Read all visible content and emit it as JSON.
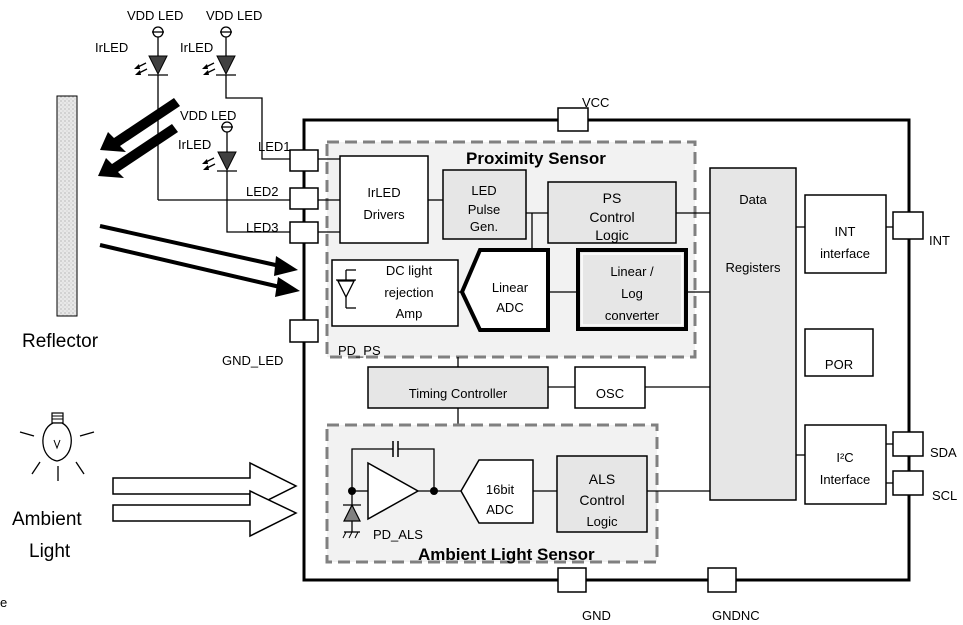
{
  "supply": {
    "vdd_led_1": "VDD LED",
    "vdd_led_2": "VDD LED",
    "vdd_led_3": "VDD LED",
    "irled_1": "IrLED",
    "irled_2": "IrLED",
    "irled_3": "IrLED",
    "vcc": "VCC"
  },
  "external": {
    "reflector": "Reflector",
    "ambient_line1": "Ambient",
    "ambient_line2": "Light"
  },
  "pins": {
    "led1": "LED1",
    "led2": "LED2",
    "led3": "LED3",
    "gnd_led": "GND_LED",
    "int": "INT",
    "sda": "SDA",
    "scl": "SCL",
    "gnd": "GND",
    "gndnc": "GNDNC"
  },
  "proximity": {
    "title": "Proximity Sensor",
    "irled_drivers_1": "IrLED",
    "irled_drivers_2": "Drivers",
    "led_pulse_1": "LED",
    "led_pulse_2": "Pulse",
    "led_pulse_3": "Gen.",
    "ps_control_1": "PS",
    "ps_control_2": "Control",
    "ps_control_3": "Logic",
    "dc_light_1": "DC light",
    "dc_light_2": "rejection",
    "dc_light_3": "Amp",
    "linear_adc_1": "Linear",
    "linear_adc_2": "ADC",
    "linlog_1": "Linear /",
    "linlog_2": "Log",
    "linlog_3": "converter",
    "pd_ps": "PD_PS"
  },
  "core": {
    "data_1": "Data",
    "data_2": "Registers",
    "int_1": "INT",
    "int_2": "interface",
    "por": "POR",
    "timing": "Timing Controller",
    "osc": "OSC",
    "i2c_1": "I²C",
    "i2c_2": "Interface"
  },
  "ambient": {
    "title": "Ambient Light Sensor",
    "adc_1": "16bit",
    "adc_2": "ADC",
    "als_1": "ALS",
    "als_2": "Control",
    "als_3": "Logic",
    "pd_als": "PD_ALS"
  },
  "footer": {
    "stray": "e"
  },
  "colors": {
    "block_fill": "#e6e6e6",
    "section_fill": "#f2f2f2",
    "section_border": "#808080",
    "led_fill": "#404040"
  }
}
